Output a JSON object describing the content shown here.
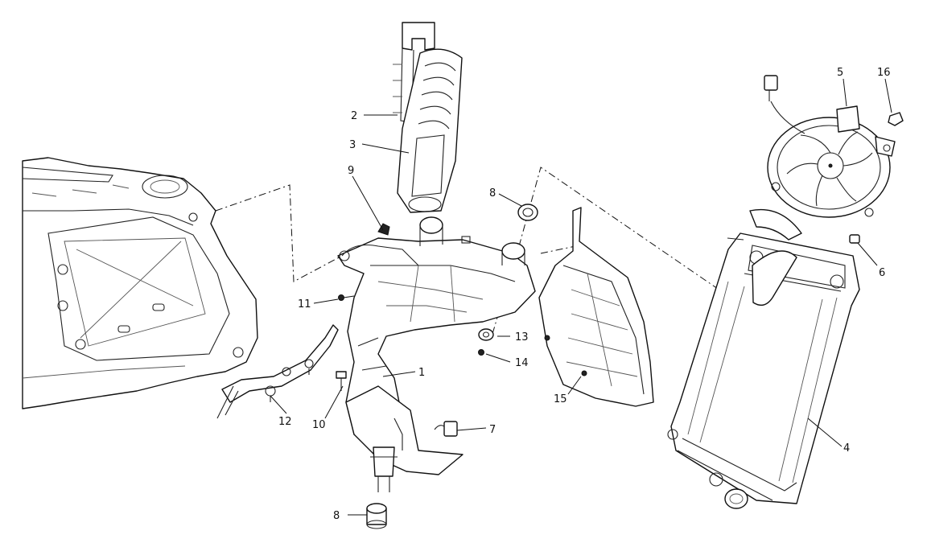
{
  "diagram": {
    "callouts": [
      {
        "id": "c1",
        "label": "1"
      },
      {
        "id": "c2",
        "label": "2"
      },
      {
        "id": "c3",
        "label": "3"
      },
      {
        "id": "c4",
        "label": "4"
      },
      {
        "id": "c5",
        "label": "5"
      },
      {
        "id": "c6",
        "label": "6"
      },
      {
        "id": "c7",
        "label": "7"
      },
      {
        "id": "c8a",
        "label": "8"
      },
      {
        "id": "c8b",
        "label": "8"
      },
      {
        "id": "c9",
        "label": "9"
      },
      {
        "id": "c10",
        "label": "10"
      },
      {
        "id": "c11",
        "label": "11"
      },
      {
        "id": "c12",
        "label": "12"
      },
      {
        "id": "c13",
        "label": "13"
      },
      {
        "id": "c14",
        "label": "14"
      },
      {
        "id": "c15",
        "label": "15"
      },
      {
        "id": "c16",
        "label": "16"
      }
    ]
  }
}
